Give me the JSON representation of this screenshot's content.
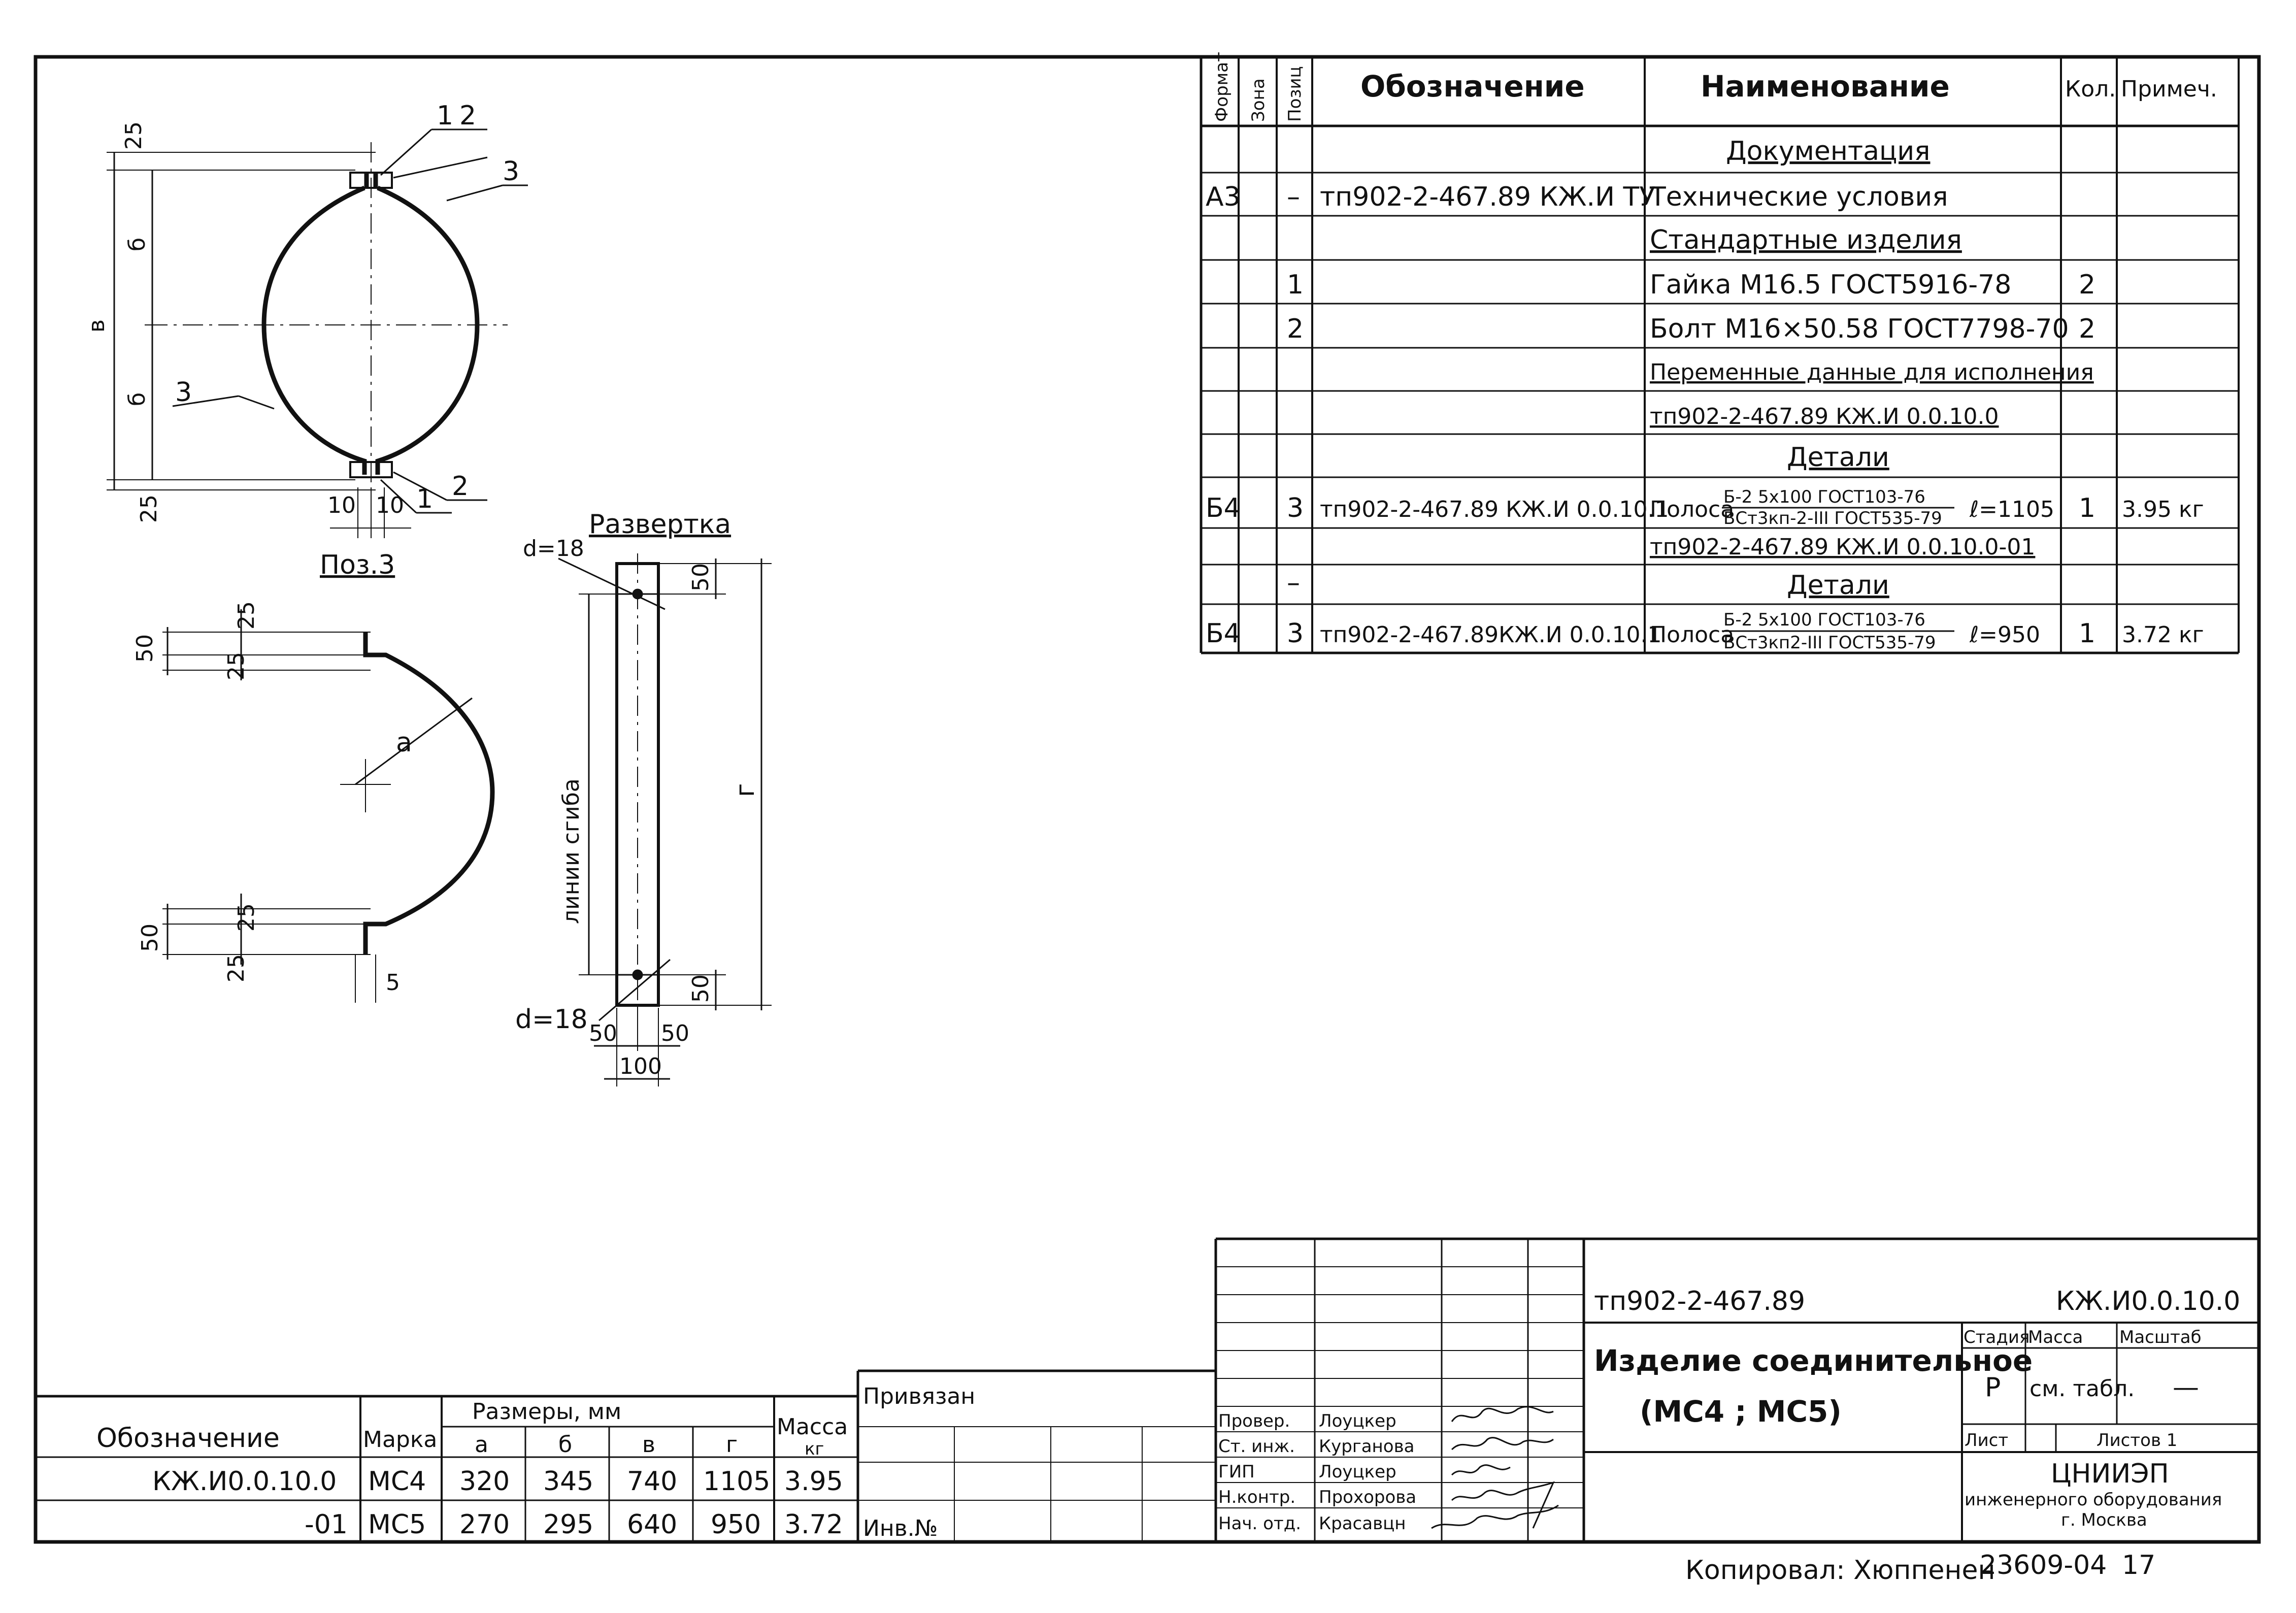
{
  "spec_table": {
    "headers": {
      "format": "Формат",
      "zone": "Зона",
      "position": "Позиц",
      "designation": "Обозначение",
      "name": "Наименование",
      "qty": "Кол.",
      "note": "Примеч."
    },
    "sections": {
      "documentation": "Документация",
      "standard_items": "Стандартные изделия",
      "variable_data": "Переменные данные для исполнения",
      "variable_ref_1": "тп902-2-467.89 КЖ.И 0.0.10.0",
      "details_1": "Детали",
      "variable_ref_2": "тп902-2-467.89 КЖ.И 0.0.10.0-01",
      "details_2": "Детали"
    },
    "rows": {
      "r1": {
        "format": "А3",
        "zone": "",
        "pos": "–",
        "designation": "тп902-2-467.89 КЖ.И ТУ",
        "name": "Технические условия",
        "qty": "",
        "note": ""
      },
      "r2": {
        "pos": "1",
        "name": "Гайка М16.5 ГОСТ5916-78",
        "qty": "2"
      },
      "r3": {
        "pos": "2",
        "name": "Болт М16×50.58 ГОСТ7798-70",
        "qty": "2"
      },
      "r4": {
        "format": "Б4",
        "pos": "3",
        "designation": "тп902-2-467.89 КЖ.И 0.0.10.1",
        "name_prefix": "Полоса",
        "frac_top": "Б-2 5х100 ГОСТ103-76",
        "frac_bottom": "ВСт3кп-2-III ГОСТ535-79",
        "length": "ℓ=1105",
        "qty": "1",
        "note": "3.95 кг"
      },
      "r5": {
        "pos": "–"
      },
      "r6": {
        "format": "Б4",
        "pos": "3",
        "designation": "тп902-2-467.89КЖ.И 0.0.10.1",
        "name_prefix": "Полоса",
        "frac_top": "Б-2 5х100 ГОСТ103-76",
        "frac_bottom": "ВСт3кп2-III ГОСТ535-79",
        "length": "ℓ=950",
        "qty": "1",
        "note": "3.72 кг"
      }
    }
  },
  "drawing": {
    "pos_label": "Поз.3",
    "unfold_label": "Развертка",
    "bend_line": "линии сгиба",
    "callouts": {
      "c1": "1",
      "c2": "2",
      "c3": "3"
    },
    "dims": {
      "d25": "25",
      "d10": "10",
      "d50": "50",
      "d5": "5",
      "d100": "100",
      "hole": "d=18",
      "var_a": "а",
      "var_b": "б",
      "var_v": "в",
      "var_g": "г"
    }
  },
  "dimension_table": {
    "h_designation": "Обозначение",
    "h_mark": "Марка",
    "h_sizes": "Размеры, мм",
    "h_a": "а",
    "h_b": "б",
    "h_v": "в",
    "h_g": "г",
    "h_mass": "Масса",
    "h_mass_unit": "кг",
    "rows": {
      "r1": {
        "designation": "КЖ.И0.0.10.0",
        "mark": "МС4",
        "a": "320",
        "b": "345",
        "v": "740",
        "g": "1105",
        "mass": "3.95"
      },
      "r2": {
        "designation": "-01",
        "mark": "МС5",
        "a": "270",
        "b": "295",
        "v": "640",
        "g": "950",
        "mass": "3.72"
      }
    }
  },
  "attached": {
    "label": "Привязан",
    "inv": "Инв.№"
  },
  "title_block": {
    "doc_code": "тп902-2-467.89",
    "doc_mark": "КЖ.И0.0.10.0",
    "title_line1": "Изделие соединительное",
    "title_line2": "(МС4 ; МС5)",
    "stage_h": "Стадия",
    "mass_h": "Масса",
    "scale_h": "Масштаб",
    "stage": "Р",
    "mass": "см. табл.",
    "scale": "—",
    "sheet_h": "Лист",
    "sheets_h": "Листов 1",
    "org_line1": "ЦНИИЭП",
    "org_line2": "инженерного оборудования",
    "org_line3": "г. Москва",
    "people": {
      "p1": {
        "role": "Провер.",
        "name": "Лоуцкер"
      },
      "p2": {
        "role": "Ст. инж.",
        "name": "Курганова"
      },
      "p3": {
        "role": "ГИП",
        "name": "Лоуцкер"
      },
      "p4": {
        "role": "Н.контр.",
        "name": "Прохорова"
      },
      "p5": {
        "role": "Нач. отд.",
        "name": "Красавцн"
      }
    }
  },
  "copied": {
    "label": "Копировал: Хюппенен",
    "order": "23609-04",
    "page": "17"
  }
}
